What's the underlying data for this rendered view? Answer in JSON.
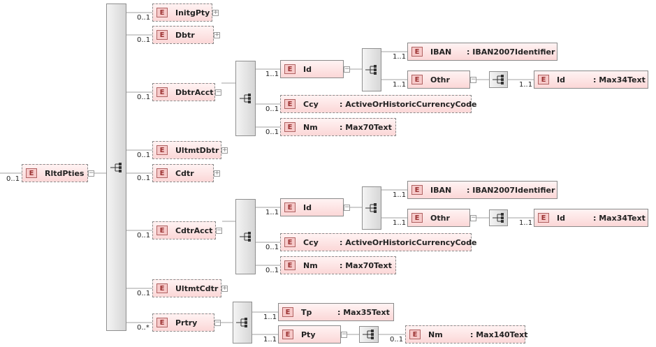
{
  "badge_letter": "E",
  "collapsed_glyph": "+",
  "expanded_glyph": "−",
  "root": {
    "name": "RltdPties",
    "card": "0..1"
  },
  "children": [
    {
      "name": "InitgPty",
      "card": "0..1"
    },
    {
      "name": "Dbtr",
      "card": "0..1"
    },
    {
      "name": "DbtrAcct",
      "card": "0..1"
    },
    {
      "name": "UltmtDbtr",
      "card": "0..1"
    },
    {
      "name": "Cdtr",
      "card": "0..1"
    },
    {
      "name": "CdtrAcct",
      "card": "0..1"
    },
    {
      "name": "UltmtCdtr",
      "card": "0..1"
    },
    {
      "name": "Prtry",
      "card": "0..*"
    }
  ],
  "dbtr_acct": {
    "id": {
      "name": "Id",
      "card": "1..1"
    },
    "iban": {
      "name": "IBAN",
      "type": ": IBAN2007Identifier",
      "card": "1..1"
    },
    "othr": {
      "name": "Othr",
      "card": "1..1"
    },
    "othr_id": {
      "name": "Id",
      "type": ": Max34Text",
      "card": "1..1"
    },
    "ccy": {
      "name": "Ccy",
      "type": ": ActiveOrHistoricCurrencyCode",
      "card": "0..1"
    },
    "nm": {
      "name": "Nm",
      "type": ": Max70Text",
      "card": "0..1"
    }
  },
  "cdtr_acct": {
    "id": {
      "name": "Id",
      "card": "1..1"
    },
    "iban": {
      "name": "IBAN",
      "type": ": IBAN2007Identifier",
      "card": "1..1"
    },
    "othr": {
      "name": "Othr",
      "card": "1..1"
    },
    "othr_id": {
      "name": "Id",
      "type": ": Max34Text",
      "card": "1..1"
    },
    "ccy": {
      "name": "Ccy",
      "type": ": ActiveOrHistoricCurrencyCode",
      "card": "0..1"
    },
    "nm": {
      "name": "Nm",
      "type": ": Max70Text",
      "card": "0..1"
    }
  },
  "prtry": {
    "tp": {
      "name": "Tp",
      "type": ": Max35Text",
      "card": "1..1"
    },
    "pty": {
      "name": "Pty",
      "card": "1..1"
    },
    "pty_nm": {
      "name": "Nm",
      "type": ": Max140Text",
      "card": "0..1"
    }
  }
}
